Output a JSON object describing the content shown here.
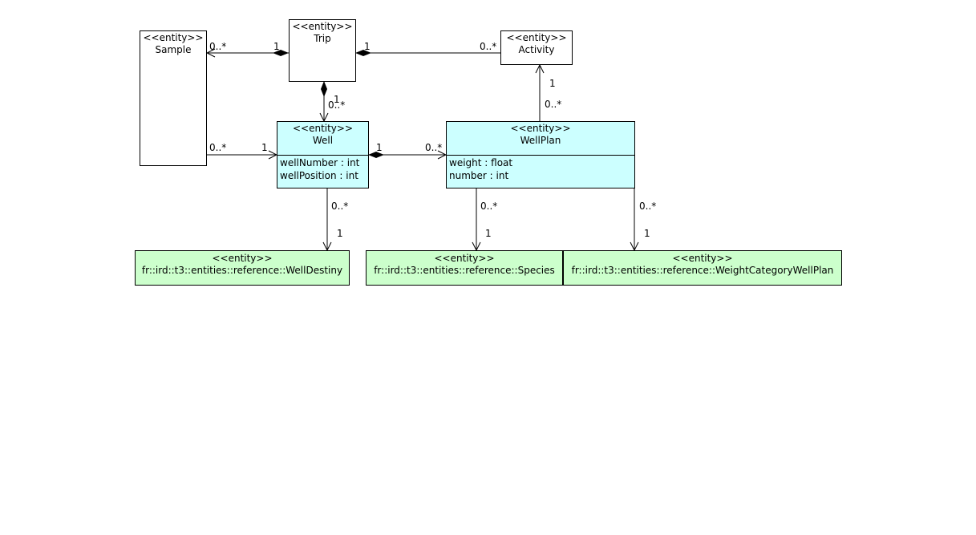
{
  "stereotype": "<<entity>>",
  "entities": {
    "sample": {
      "name": "Sample"
    },
    "trip": {
      "name": "Trip"
    },
    "activity": {
      "name": "Activity"
    },
    "well": {
      "name": "Well",
      "attributes": [
        "wellNumber : int",
        "wellPosition : int"
      ]
    },
    "wellplan": {
      "name": "WellPlan",
      "attributes": [
        "weight : float",
        "number : int"
      ]
    },
    "welldestiny": {
      "name": "fr::ird::t3::entities::reference::WellDestiny"
    },
    "species": {
      "name": "fr::ird::t3::entities::reference::Species"
    },
    "weightcategory": {
      "name": "fr::ird::t3::entities::reference::WeightCategoryWellPlan"
    }
  },
  "multiplicities": {
    "trip_sample_src": "1",
    "trip_sample_dst": "0..*",
    "trip_activity_src": "1",
    "trip_activity_dst": "0..*",
    "trip_well_src": "1",
    "trip_well_dst": "0..*",
    "sample_well_src": "0..*",
    "sample_well_dst": "1",
    "well_wellplan_src": "1",
    "well_wellplan_dst": "0..*",
    "wellplan_activity_src": "0..*",
    "wellplan_activity_dst": "1",
    "well_destiny_src": "0..*",
    "well_destiny_dst": "1",
    "wellplan_species_src": "0..*",
    "wellplan_species_dst": "1",
    "wellplan_weight_src": "0..*",
    "wellplan_weight_dst": "1"
  },
  "colors": {
    "main_entity": "#ccffff",
    "reference_entity": "#ccffcc",
    "plain_entity": "#ffffff",
    "line": "#000000"
  }
}
